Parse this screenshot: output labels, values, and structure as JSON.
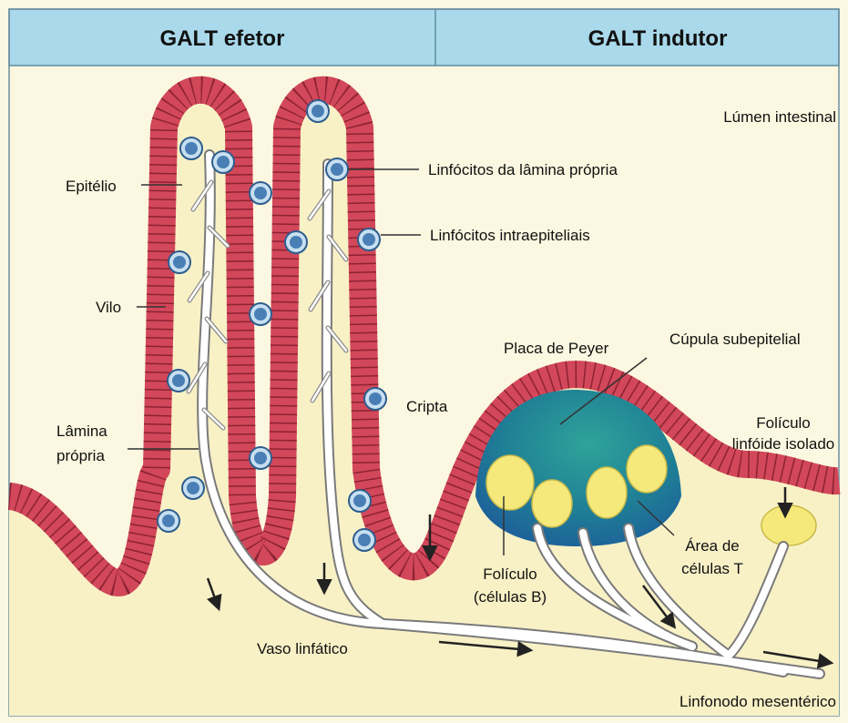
{
  "headers": {
    "left": "GALT efetor",
    "right": "GALT indutor"
  },
  "labels": {
    "lumen": "Lúmen intestinal",
    "epitelio": "Epitélio",
    "lp_lymphocytes": "Linfócitos da lâmina própria",
    "iel": "Linfócitos intraepiteliais",
    "vilo": "Vilo",
    "placa": "Placa de Peyer",
    "cupula": "Cúpula subepitelial",
    "cripta": "Cripta",
    "folic_isolado_1": "Folículo",
    "folic_isolado_2": "linfóide isolado",
    "lamina_1": "Lâmina",
    "lamina_2": "própria",
    "area_t_1": "Área de",
    "area_t_2": "células T",
    "folic_b_1": "Folículo",
    "folic_b_2": "(células B)",
    "vaso": "Vaso linfático",
    "linfonodo": "Linfonodo mesentérico"
  },
  "colors": {
    "header_bg": "#a9d9ea",
    "lumen_bg": "#fbf7e0",
    "tissue_bg": "#f8f1c6",
    "epithelium": "#d2475a",
    "epithelium_dark": "#8c2332",
    "dome": "#1f8a8c",
    "follicle": "#f4e97a",
    "lymphocyte": "#4a7fb5"
  }
}
